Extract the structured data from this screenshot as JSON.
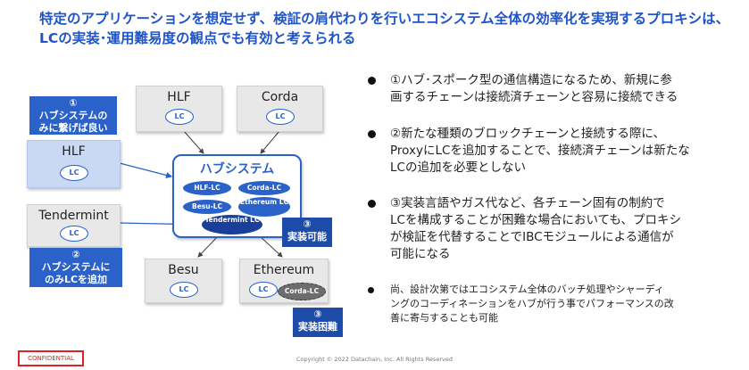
{
  "title": {
    "line1": "特定のアプリケーションを想定せず、検証の肩代わりを行いエコシステム全体の効率化を実現するプロキシは、",
    "line2": "LCの実装･運用難易度の観点でも有効と考えられる"
  },
  "diagram": {
    "chains": {
      "hlf_top": {
        "name": "HLF",
        "lc": "LC"
      },
      "corda": {
        "name": "Corda",
        "lc": "LC"
      },
      "hlf_left": {
        "name": "HLF",
        "lc": "LC"
      },
      "tendermint": {
        "name": "Tendermint",
        "lc": "LC"
      },
      "besu": {
        "name": "Besu",
        "lc": "LC"
      },
      "ethereum": {
        "name": "Ethereum",
        "lc": "LC",
        "extra_lc": "Corda-LC"
      }
    },
    "hub": {
      "title": "ハブシステム",
      "lcs": [
        "HLF-LC",
        "Corda-LC",
        "Besu-LC",
        "Ethereum LC"
      ],
      "tendermint_lc": "Tendermint LC"
    },
    "callouts": {
      "c1": {
        "num": "①",
        "text1": "ハブシステムの",
        "text2": "みに繋げば良い"
      },
      "c2": {
        "num": "②",
        "text1": "ハブシステムに",
        "text2": "のみLCを追加"
      },
      "c3a": {
        "num": "③",
        "text": "実装可能"
      },
      "c3b": {
        "num": "③",
        "text": "実装困難"
      }
    }
  },
  "bullets": [
    {
      "lines": [
        "①ハブ･スポーク型の通信構造になるため、新規に参",
        "画するチェーンは接続済チェーンと容易に接続できる"
      ]
    },
    {
      "lines": [
        "②新たな種類のブロックチェーンと接続する際に、",
        "ProxyにLCを追加することで、接続済チェーンは新たな",
        "LCの追加を必要としない"
      ]
    },
    {
      "lines": [
        "③実装言語やガス代など、各チェーン固有の制約で",
        "LCを構成することが困難な場合においても、プロキシ",
        "が検証を代替することでIBCモジュールによる通信が",
        "可能になる"
      ]
    },
    {
      "lines": [
        "尚、設計次第ではエコシステム全体のバッチ処理やシャーディ",
        "ングのコーディネーションをハブが行う事でパフォーマンスの改",
        "善に寄与することも可能"
      ]
    }
  ],
  "footer": {
    "confidential": "CONFIDENTIAL",
    "copyright": "Copyright © 2022 Datachain, Inc.  All Rights Reserved"
  }
}
